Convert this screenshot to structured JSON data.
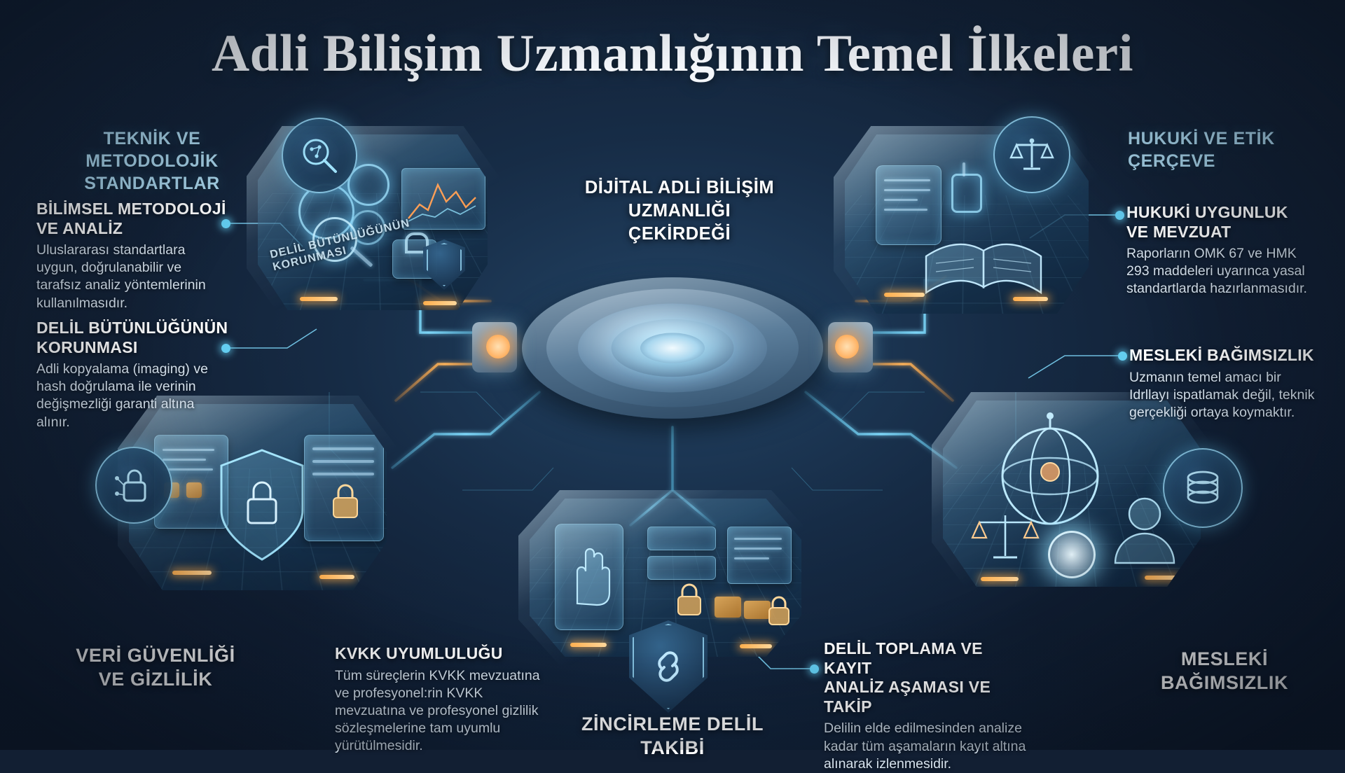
{
  "page": {
    "title": "Adli Bilişim Uzmanlığının Temel İlkeleri",
    "background_color": "#121f33",
    "accent_cyan": "#63cdf0",
    "accent_orange": "#ffae4d",
    "heading_color": "#a9d6ec"
  },
  "core": {
    "label_line1": "DİJİTAL ADLİ BİLİŞİM",
    "label_line2": "UZMANLIĞI",
    "label_line3": "ÇEKİRDEĞİ"
  },
  "sections": {
    "left": {
      "heading_line1": "TEKNİK VE METODOLOJİK",
      "heading_line2": "STANDARTLAR"
    },
    "right": {
      "heading_line1": "HUKUKİ VE ETİK",
      "heading_line2": "ÇERÇEVE"
    }
  },
  "blocks": [
    {
      "id": "bilimsel-metodoloji",
      "title_line1": "BİLİMSEL METODOLOJİ",
      "title_line2": "VE ANALİZ",
      "body": "Uluslararası standartlara uygun, doğrulanabilir ve tarafsız analiz yöntemlerinin kullanılmasıdır."
    },
    {
      "id": "delil-butunlugu",
      "title_line1": "DELİL BÜTÜNLÜĞÜNÜN",
      "title_line2": "KORUNMASI",
      "body": "Adli kopyalama (imaging) ve hash doğrulama ile verinin değişmezliği garanti altına alınır."
    },
    {
      "id": "hukuki-uygunluk",
      "title_line1": "HUKUKİ UYGUNLUK",
      "title_line2": "VE MEVZUAT",
      "body": "Raporların OMK 67 ve HMK 293 maddeleri uyarınca yasal standartlarda hazırlanmasıdır."
    },
    {
      "id": "mesleki-bagimsizlik",
      "title_line1": "MESLEKİ BAĞIMSIZLIK",
      "title_line2": "",
      "body": "Uzmanın temel amacı bir Idrllayı ispatlamak değil, teknik gerçekliği ortaya koymaktır."
    },
    {
      "id": "kvkk-uyumlulugu",
      "title_line1": "KVKK UYUMLULUĞU",
      "title_line2": "",
      "body": "Tüm süreçlerin KVKK mevzuatına ve profesyonel:rin KVKK mevzuatına ve profesyonel gizlilik sözleşmelerine tam uyumlu yürütülmesidir."
    },
    {
      "id": "delil-toplama",
      "title_line1": "DELİL TOPLAMA VE KAYIT",
      "title_line2": "ANALİZ AŞAMASI VE TAKİP",
      "body": "Delilin elde edilmesinden analize kadar tüm aşamaların kayıt altına alınarak izlenmesidir."
    }
  ],
  "captions": {
    "veri_guvenligi_line1": "VERİ GÜVENLİĞİ",
    "veri_guvenligi_line2": "VE GİZLİLİK",
    "zincirleme_delil": "ZİNCİRLEME DELİL TAKİBİ",
    "mesleki_bagimsizlik_line1": "MESLEKİ",
    "mesleki_bagimsizlik_line2": "BAĞIMSIZLIK"
  },
  "panel_labels": {
    "delil_butunlugu_overlay": "DELİL BÜTÜNLÜĞÜNÜN KORUNMASI"
  },
  "icons": {
    "magnifier_circuit": "magnifier-circuit-icon",
    "scales": "scales-of-justice-icon",
    "padlock_circuit": "padlock-circuit-icon",
    "chain_shield": "chain-shield-icon",
    "server_stack": "server-stack-icon"
  }
}
